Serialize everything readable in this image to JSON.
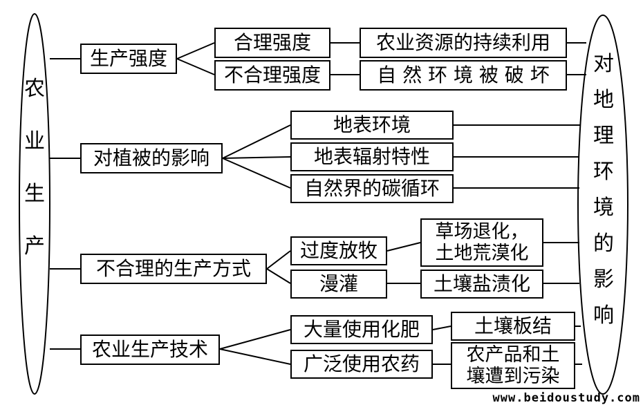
{
  "left_label": "农业生产",
  "right_label": "对地理环境的影响",
  "groups": [
    {
      "name": "生产强度",
      "branches": [
        {
          "name": "合理强度",
          "result": "农业资源的持续利用"
        },
        {
          "name": "不合理强度",
          "result": "自 然 环 境 被 破 坏"
        }
      ]
    },
    {
      "name": "对植被的影响",
      "effects": [
        "地表环境",
        "地表辐射特性",
        "自然界的碳循环"
      ]
    },
    {
      "name": "不合理的生产方式",
      "branches": [
        {
          "name": "过度放牧",
          "result": "草场退化，\n土地荒漠化"
        },
        {
          "name": "漫灌",
          "result": "土壤盐渍化"
        }
      ]
    },
    {
      "name": "农业生产技术",
      "branches": [
        {
          "name": "大量使用化肥",
          "result": "土壤板结"
        },
        {
          "name": "广泛使用农药",
          "result": "农产品和土\n壤遭到污染"
        }
      ]
    }
  ],
  "watermark": "www.beidoustudy.com"
}
